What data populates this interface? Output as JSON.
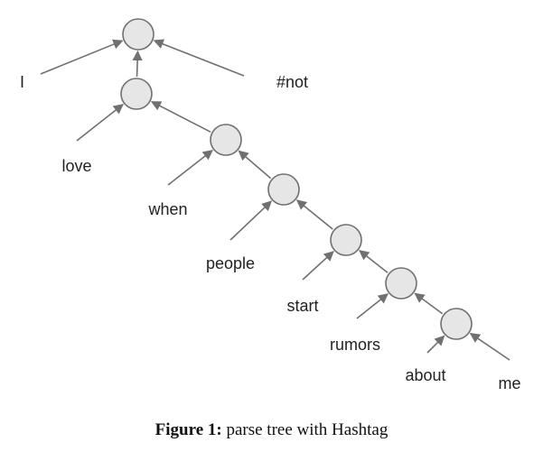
{
  "caption": {
    "label": "Figure 1:",
    "text": "parse tree with Hashtag"
  },
  "tree": {
    "words": [
      "I",
      "#not",
      "love",
      "when",
      "people",
      "start",
      "rumors",
      "about",
      "me"
    ],
    "nodes": [
      "n0",
      "n1",
      "n2",
      "n3",
      "n4",
      "n5",
      "n6"
    ],
    "edges": [
      [
        "n1",
        "n0"
      ],
      [
        "w:I",
        "n0"
      ],
      [
        "w:#not",
        "n0"
      ],
      [
        "w:love",
        "n1"
      ],
      [
        "n2",
        "n1"
      ],
      [
        "w:when",
        "n2"
      ],
      [
        "n3",
        "n2"
      ],
      [
        "w:people",
        "n3"
      ],
      [
        "n4",
        "n3"
      ],
      [
        "w:start",
        "n4"
      ],
      [
        "n5",
        "n4"
      ],
      [
        "w:rumors",
        "n5"
      ],
      [
        "n6",
        "n5"
      ],
      [
        "w:about",
        "n6"
      ],
      [
        "w:me",
        "n6"
      ]
    ]
  }
}
